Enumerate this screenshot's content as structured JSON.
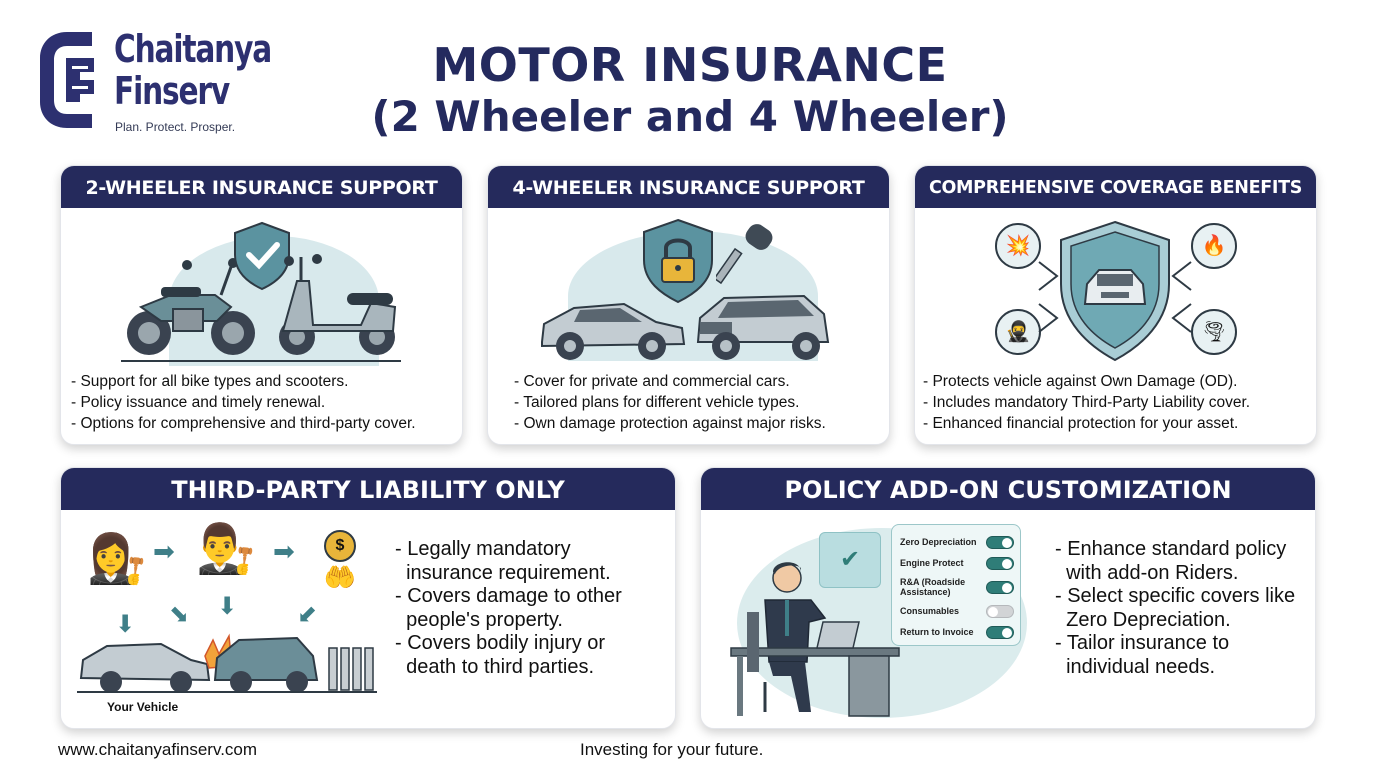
{
  "brand": {
    "name_line1": "Chaitanya",
    "name_line2": "Finserv",
    "tagline": "Plan. Protect. Prosper.",
    "primary_color": "#2d3070"
  },
  "header": {
    "title_line1": "MOTOR INSURANCE",
    "title_line2": "(2 Wheeler and 4 Wheeler)",
    "title_color": "#242a5e"
  },
  "cards": {
    "two_wheeler": {
      "title": "2-WHEELER INSURANCE SUPPORT",
      "icons": [
        "shield-check-icon",
        "motorcycle-icon",
        "scooter-icon"
      ],
      "bullets": [
        "- Support for all bike types and scooters.",
        "- Policy issuance and timely renewal.",
        "- Options for comprehensive and third-party cover."
      ]
    },
    "four_wheeler": {
      "title": "4-WHEELER INSURANCE SUPPORT",
      "icons": [
        "shield-lock-icon",
        "car-key-icon",
        "sedan-icon",
        "suv-icon"
      ],
      "bullets": [
        "- Cover for private and commercial cars.",
        "- Tailored plans for different vehicle types.",
        "- Own damage protection against major risks."
      ]
    },
    "comprehensive": {
      "title": "COMPREHENSIVE COVERAGE BENEFITS",
      "icons": [
        "shield-car-icon",
        "collision-icon",
        "fire-icon",
        "theft-icon",
        "tornado-icon"
      ],
      "bullets": [
        "- Protects vehicle against Own Damage (OD).",
        "- Includes mandatory Third-Party Liability cover.",
        "- Enhanced financial protection for your asset."
      ]
    },
    "third_party": {
      "title": "THIRD-PARTY LIABILITY ONLY",
      "illustration_label": "Your Vehicle",
      "icons": [
        "judge-icon",
        "lawyer-icon",
        "payment-hand-icon",
        "car-collision-icon",
        "fence-icon"
      ],
      "bullets": [
        "- Legally mandatory",
        "  insurance requirement.",
        "- Covers damage to other",
        "  people's property.",
        "- Covers bodily injury or",
        "  death to third parties."
      ]
    },
    "add_on": {
      "title": "POLICY ADD-ON CUSTOMIZATION",
      "toggles": [
        {
          "label": "Zero Depreciation",
          "on": true
        },
        {
          "label": "Engine Protect",
          "on": true
        },
        {
          "label": "R&A (Roadside Assistance)",
          "on": true
        },
        {
          "label": "Consumables",
          "on": false
        },
        {
          "label": "Return to Invoice",
          "on": true
        }
      ],
      "bullets": [
        "- Enhance standard policy",
        "  with add-on Riders.",
        "- Select specific covers like",
        "  Zero Depreciation.",
        "- Tailor insurance to",
        "  individual needs."
      ]
    }
  },
  "footer": {
    "website": "www.chaitanyafinserv.com",
    "slogan": "Investing for your future."
  }
}
